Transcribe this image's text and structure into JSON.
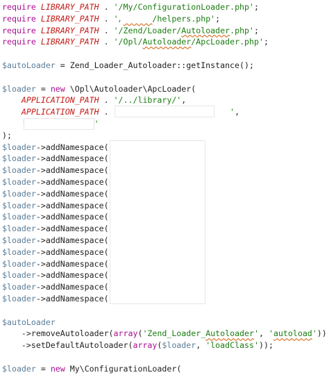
{
  "code": {
    "lines": [
      [
        {
          "t": "require ",
          "c": "kw"
        },
        {
          "t": "LIBRARY_PATH",
          "c": "const"
        },
        {
          "t": " . ",
          "c": "plain"
        },
        {
          "t": "'/My/ConfigurationLoader.php'",
          "c": "str"
        },
        {
          "t": ";",
          "c": "plain"
        }
      ],
      [
        {
          "t": "require ",
          "c": "kw"
        },
        {
          "t": "LIBRARY_PATH",
          "c": "const"
        },
        {
          "t": " . ",
          "c": "plain"
        },
        {
          "t": "'/",
          "c": "str"
        },
        {
          "t": "      ",
          "c": "str",
          "squig": true
        },
        {
          "t": "/helpers.php'",
          "c": "str"
        },
        {
          "t": ";",
          "c": "plain"
        }
      ],
      [
        {
          "t": "require ",
          "c": "kw"
        },
        {
          "t": "LIBRARY_PATH",
          "c": "const"
        },
        {
          "t": " . ",
          "c": "plain"
        },
        {
          "t": "'/Zend/Loader/",
          "c": "str"
        },
        {
          "t": "Autoloader",
          "c": "str",
          "squig": true
        },
        {
          "t": ".php'",
          "c": "str"
        },
        {
          "t": ";",
          "c": "plain"
        }
      ],
      [
        {
          "t": "require ",
          "c": "kw"
        },
        {
          "t": "LIBRARY_PATH",
          "c": "const"
        },
        {
          "t": " . ",
          "c": "plain"
        },
        {
          "t": "'/Opl/",
          "c": "str"
        },
        {
          "t": "Autoloader",
          "c": "str",
          "squig": true
        },
        {
          "t": "/ApcLoader.php'",
          "c": "str"
        },
        {
          "t": ";",
          "c": "plain"
        }
      ],
      [],
      [
        {
          "t": "$autoLoader",
          "c": "var"
        },
        {
          "t": " = Zend_Loader_Autoloader::getInstance();",
          "c": "plain"
        }
      ],
      [],
      [
        {
          "t": "$loader",
          "c": "var"
        },
        {
          "t": " = ",
          "c": "plain"
        },
        {
          "t": "new",
          "c": "kw"
        },
        {
          "t": " \\Opl\\Autoloader\\ApcLoader(",
          "c": "plain"
        }
      ],
      [
        {
          "t": "    ",
          "c": "plain"
        },
        {
          "t": "APPLICATION_PATH",
          "c": "const"
        },
        {
          "t": " . ",
          "c": "plain"
        },
        {
          "t": "'/../library/'",
          "c": "str"
        },
        {
          "t": ",",
          "c": "plain"
        }
      ],
      [
        {
          "t": "    ",
          "c": "plain"
        },
        {
          "t": "APPLICATION_PATH",
          "c": "const"
        },
        {
          "t": " . ",
          "c": "plain"
        },
        {
          "t": "'",
          "c": "str"
        },
        {
          "t": "                       ",
          "c": "plain"
        },
        {
          "t": "'",
          "c": "str"
        },
        {
          "t": ",",
          "c": "plain"
        }
      ],
      [
        {
          "t": "    ",
          "c": "plain"
        },
        {
          "t": "'",
          "c": "str"
        },
        {
          "t": "              ",
          "c": "plain"
        },
        {
          "t": "'",
          "c": "str"
        }
      ],
      [
        {
          "t": ");",
          "c": "plain"
        }
      ],
      [
        {
          "t": "$loader",
          "c": "var"
        },
        {
          "t": "->addNamespace(",
          "c": "plain"
        },
        {
          "t": "'",
          "c": "str"
        }
      ],
      [
        {
          "t": "$loader",
          "c": "var"
        },
        {
          "t": "->addNamespace(",
          "c": "plain"
        },
        {
          "t": "'",
          "c": "str"
        }
      ],
      [
        {
          "t": "$loader",
          "c": "var"
        },
        {
          "t": "->addNamespace(",
          "c": "plain"
        },
        {
          "t": "'",
          "c": "str"
        },
        {
          "t": "                 ",
          "c": "plain"
        },
        {
          "t": ");",
          "c": "plain"
        }
      ],
      [
        {
          "t": "$loader",
          "c": "var"
        },
        {
          "t": "->addNamespace(",
          "c": "plain"
        },
        {
          "t": "'",
          "c": "str"
        }
      ],
      [
        {
          "t": "$loader",
          "c": "var"
        },
        {
          "t": "->addNamespace(",
          "c": "plain"
        },
        {
          "t": "'",
          "c": "str"
        }
      ],
      [
        {
          "t": "$loader",
          "c": "var"
        },
        {
          "t": "->addNamespace(",
          "c": "plain"
        },
        {
          "t": "'",
          "c": "str"
        }
      ],
      [
        {
          "t": "$loader",
          "c": "var"
        },
        {
          "t": "->addNamespace(",
          "c": "plain"
        },
        {
          "t": "'",
          "c": "str"
        }
      ],
      [
        {
          "t": "$loader",
          "c": "var"
        },
        {
          "t": "->addNamespace(",
          "c": "plain"
        },
        {
          "t": "'",
          "c": "str"
        }
      ],
      [
        {
          "t": "$loader",
          "c": "var"
        },
        {
          "t": "->addNamespace(",
          "c": "plain"
        },
        {
          "t": "'",
          "c": "str"
        }
      ],
      [
        {
          "t": "$loader",
          "c": "var"
        },
        {
          "t": "->addNamespace(",
          "c": "plain"
        },
        {
          "t": "'",
          "c": "str"
        }
      ],
      [
        {
          "t": "$loader",
          "c": "var"
        },
        {
          "t": "->addNamespace(",
          "c": "plain"
        },
        {
          "t": "'",
          "c": "str"
        }
      ],
      [
        {
          "t": "$loader",
          "c": "var"
        },
        {
          "t": "->addNamespace(",
          "c": "plain"
        },
        {
          "t": "'",
          "c": "str"
        },
        {
          "t": "                 ",
          "c": "plain"
        },
        {
          "t": ");",
          "c": "plain"
        }
      ],
      [
        {
          "t": "$loader",
          "c": "var"
        },
        {
          "t": "->addNamespace(",
          "c": "plain"
        },
        {
          "t": "'",
          "c": "str"
        }
      ],
      [
        {
          "t": "$loader",
          "c": "var"
        },
        {
          "t": "->addNamespace(",
          "c": "plain"
        },
        {
          "t": "'",
          "c": "str"
        }
      ],
      [],
      [
        {
          "t": "$autoLoader",
          "c": "var"
        }
      ],
      [
        {
          "t": "    ->removeAutoloader(",
          "c": "plain"
        },
        {
          "t": "array",
          "c": "kw"
        },
        {
          "t": "(",
          "c": "plain"
        },
        {
          "t": "'Zend_Loader_",
          "c": "str"
        },
        {
          "t": "Autoloader",
          "c": "str",
          "squig": true
        },
        {
          "t": "'",
          "c": "str"
        },
        {
          "t": ", ",
          "c": "plain"
        },
        {
          "t": "'",
          "c": "str"
        },
        {
          "t": "autoload",
          "c": "str",
          "squig": true
        },
        {
          "t": "'",
          "c": "str"
        },
        {
          "t": "))",
          "c": "plain"
        }
      ],
      [
        {
          "t": "    ->setDefaultAutoloader(",
          "c": "plain"
        },
        {
          "t": "array",
          "c": "kw"
        },
        {
          "t": "(",
          "c": "plain"
        },
        {
          "t": "$loader",
          "c": "var"
        },
        {
          "t": ", ",
          "c": "plain"
        },
        {
          "t": "'loadClass'",
          "c": "str"
        },
        {
          "t": "));",
          "c": "plain"
        }
      ],
      [],
      [
        {
          "t": "$loader",
          "c": "var"
        },
        {
          "t": " = ",
          "c": "plain"
        },
        {
          "t": "new",
          "c": "kw"
        },
        {
          "t": " My\\ConfigurationLoader(",
          "c": "plain"
        }
      ]
    ]
  },
  "colors": {
    "keyword": "#a90d91",
    "constant": "#c41a16",
    "string": "#1a7c10",
    "variable": "#5b7d99",
    "text": "#222222",
    "redaction": "#ffffff"
  }
}
